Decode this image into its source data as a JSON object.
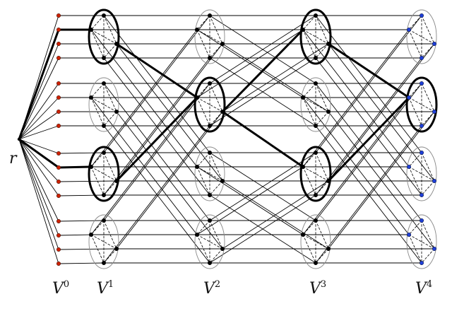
{
  "diagram": {
    "root_label": "r",
    "layers": [
      {
        "base": "V",
        "sup": "0"
      },
      {
        "base": "V",
        "sup": "1"
      },
      {
        "base": "V",
        "sup": "2"
      },
      {
        "base": "V",
        "sup": "3"
      },
      {
        "base": "V",
        "sup": "4"
      }
    ],
    "colors": {
      "layer0_node": "#cc2200",
      "layer4_node": "#1f3fd6",
      "inner_node": "#000000",
      "edge": "#000000",
      "cluster_outline": "#888888"
    },
    "clusters_per_layer": 4,
    "nodes_per_cluster": 4,
    "highlighted_path": [
      {
        "layer": 1,
        "cluster": 0
      },
      {
        "layer": 2,
        "cluster": 1
      },
      {
        "layer": 3,
        "cluster": 0
      },
      {
        "layer": 4,
        "cluster": 1
      }
    ],
    "highlighted_path_2": [
      {
        "layer": 1,
        "cluster": 2
      },
      {
        "layer": 2,
        "cluster": 1
      },
      {
        "layer": 3,
        "cluster": 2
      },
      {
        "layer": 4,
        "cluster": 1
      }
    ]
  }
}
